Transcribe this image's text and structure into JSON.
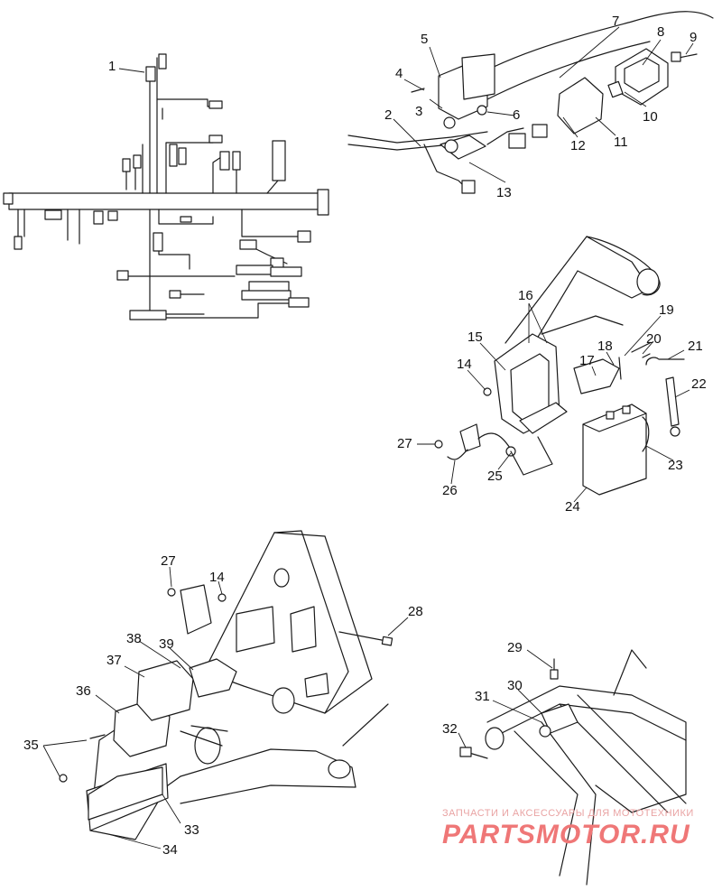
{
  "diagram": {
    "callouts": [
      "1",
      "2",
      "3",
      "4",
      "5",
      "6",
      "7",
      "8",
      "9",
      "10",
      "11",
      "12",
      "13",
      "14",
      "15",
      "16",
      "17",
      "18",
      "19",
      "20",
      "21",
      "22",
      "23",
      "24",
      "25",
      "26",
      "27",
      "27",
      "14",
      "28",
      "29",
      "30",
      "31",
      "32",
      "33",
      "34",
      "35",
      "36",
      "37",
      "38",
      "39"
    ]
  },
  "watermark": {
    "line1": "ЗАПЧАСТИ И АКСЕССУАРЫ ДЛЯ МОТОТЕХНИКИ",
    "logo": "PARTSMOTOR.RU"
  }
}
